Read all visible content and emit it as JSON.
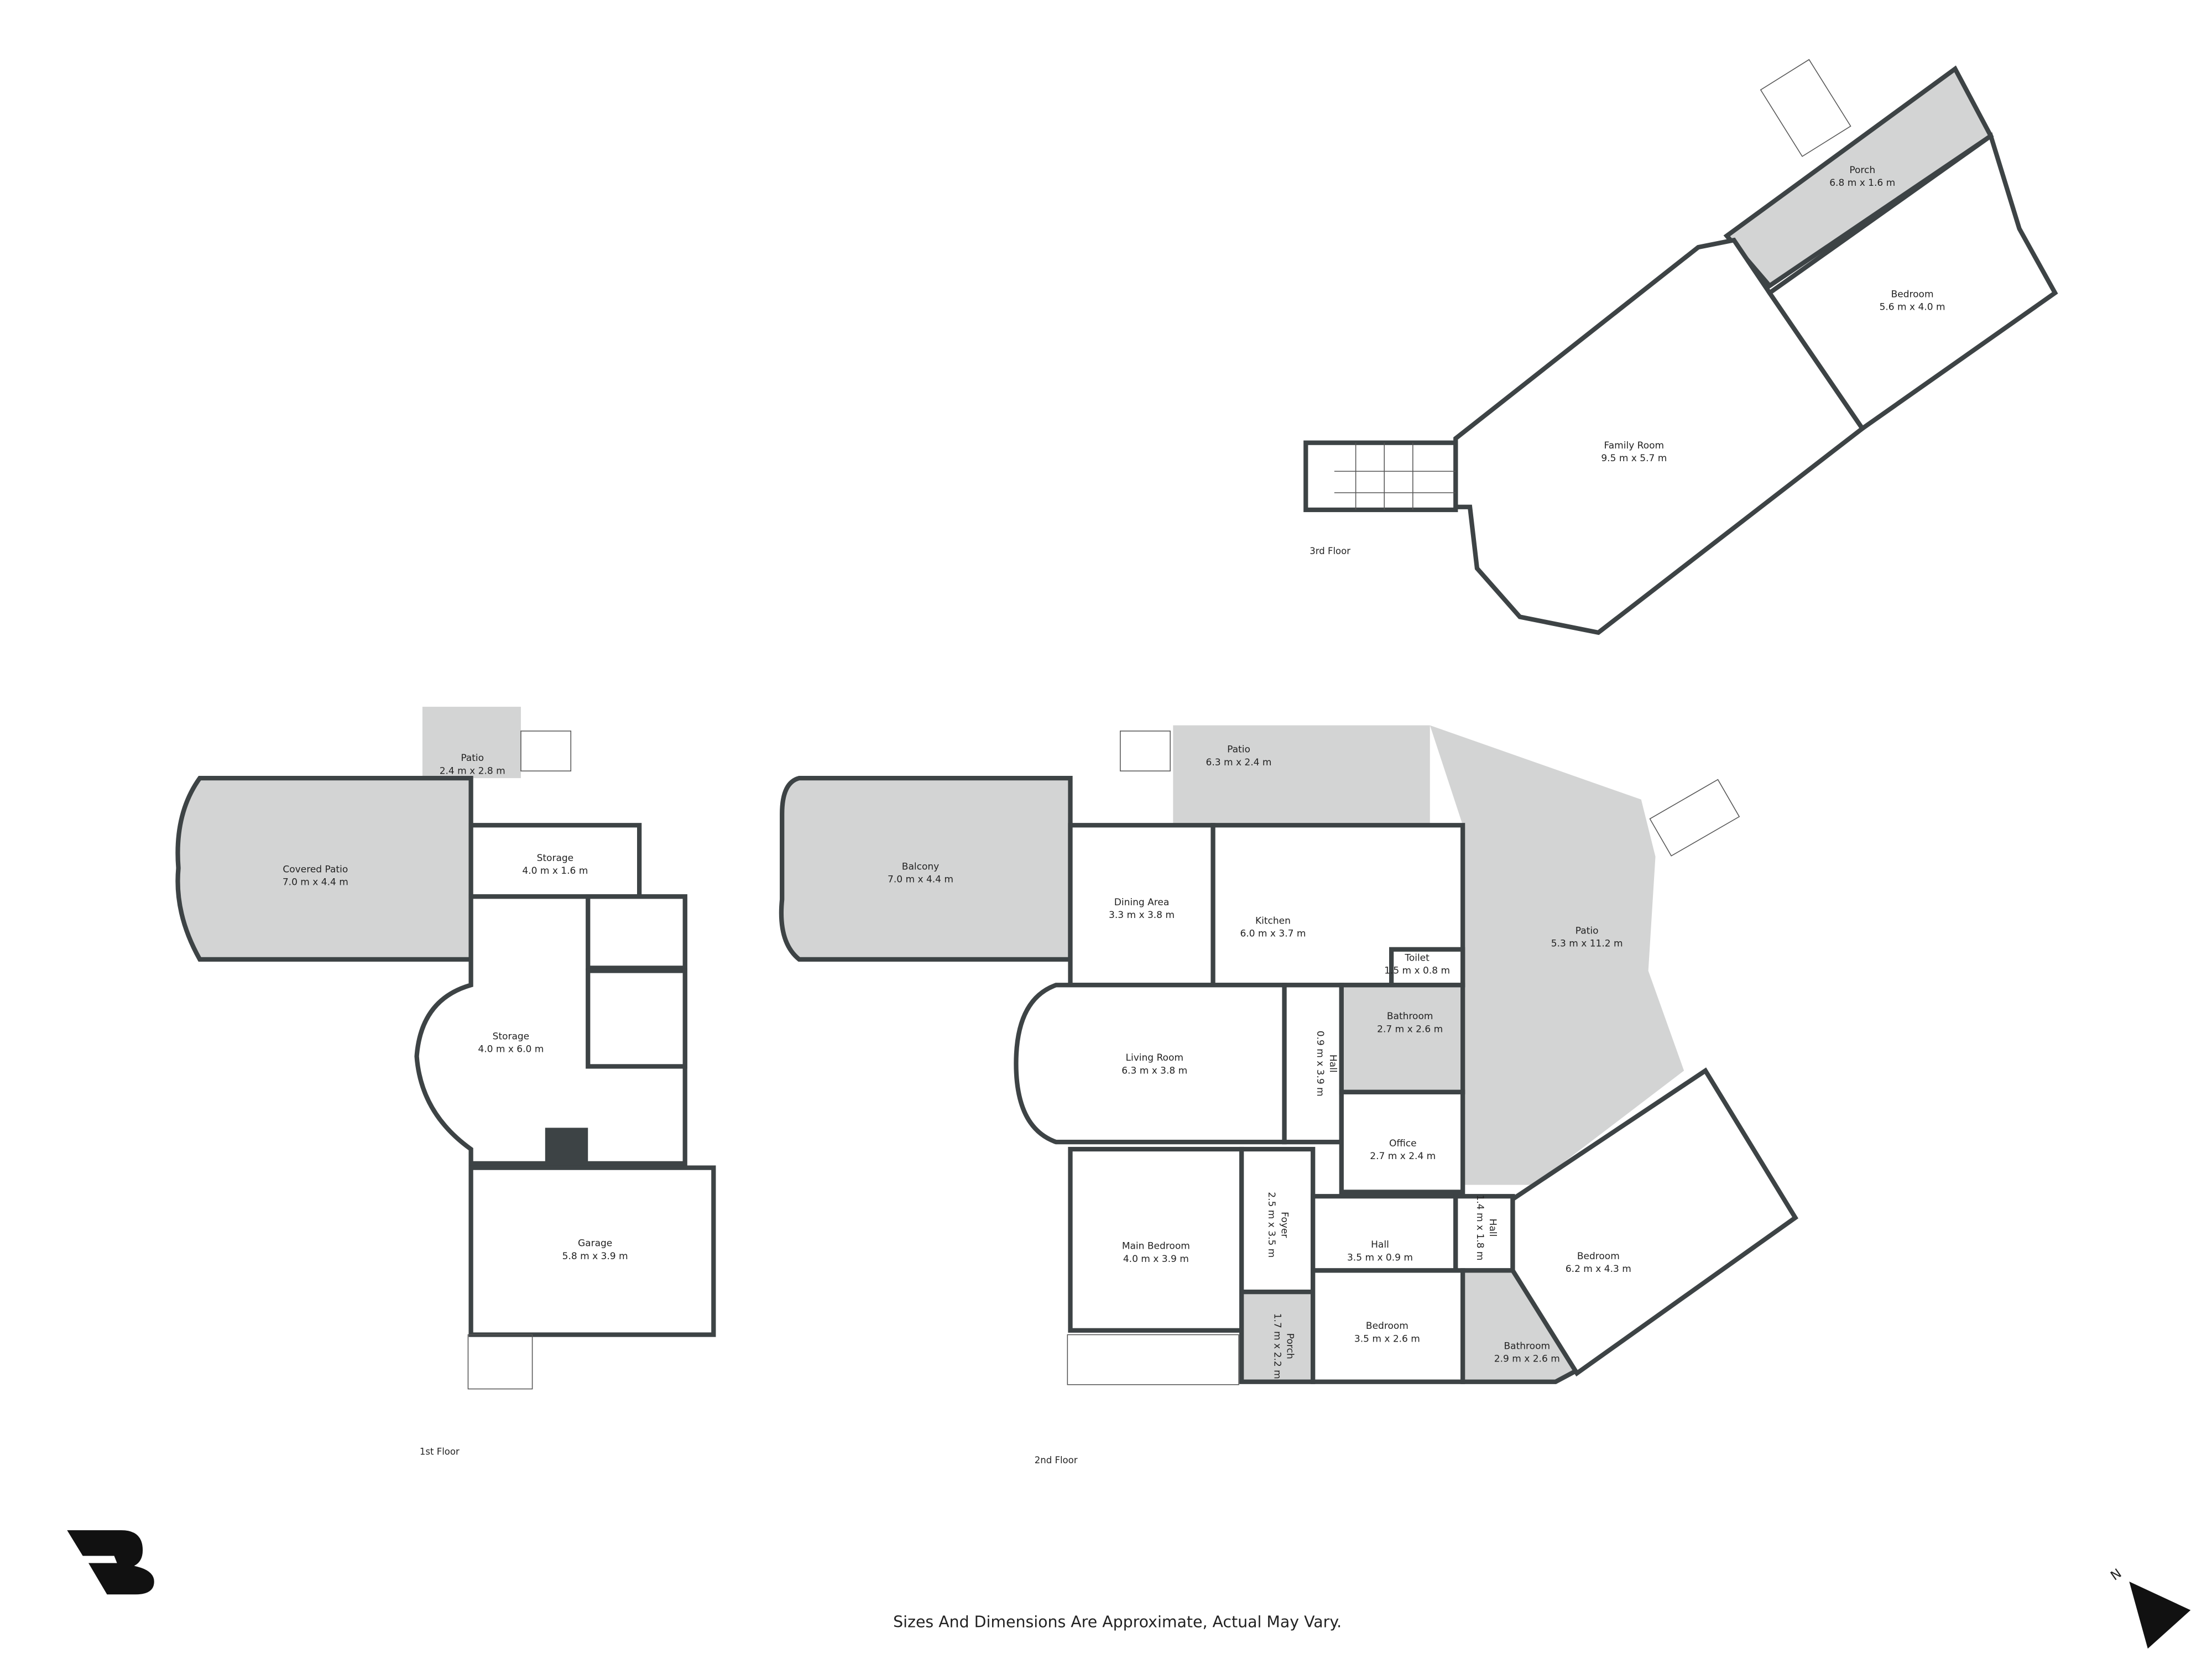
{
  "floors": {
    "third": {
      "label": "3rd Floor",
      "rooms": [
        {
          "name": "Porch",
          "dims": "6.8 m x 1.6 m"
        },
        {
          "name": "Bedroom",
          "dims": "5.6 m x 4.0 m"
        },
        {
          "name": "Family Room",
          "dims": "9.5 m x 5.7 m"
        }
      ]
    },
    "first": {
      "label": "1st Floor",
      "rooms": [
        {
          "name": "Patio",
          "dims": "2.4 m x 2.8 m"
        },
        {
          "name": "Covered Patio",
          "dims": "7.0 m x 4.4 m"
        },
        {
          "name": "Storage",
          "dims": "4.0 m x 1.6 m"
        },
        {
          "name": "Storage",
          "dims": "4.0 m x 6.0 m"
        },
        {
          "name": "Garage",
          "dims": "5.8 m x 3.9 m"
        }
      ]
    },
    "second": {
      "label": "2nd Floor",
      "rooms": [
        {
          "name": "Patio",
          "dims": "6.3 m x 2.4 m"
        },
        {
          "name": "Balcony",
          "dims": "7.0 m x 4.4 m"
        },
        {
          "name": "Dining Area",
          "dims": "3.3 m x 3.8 m"
        },
        {
          "name": "Kitchen",
          "dims": "6.0 m x 3.7 m"
        },
        {
          "name": "Patio",
          "dims": "5.3 m x 11.2 m"
        },
        {
          "name": "Toilet",
          "dims": "1.5 m x 0.8 m"
        },
        {
          "name": "Bathroom",
          "dims": "2.7 m x 2.6 m"
        },
        {
          "name": "Hall",
          "dims": "0.9 m x 3.9 m"
        },
        {
          "name": "Living Room",
          "dims": "6.3 m x 3.8 m"
        },
        {
          "name": "Office",
          "dims": "2.7 m x 2.4 m"
        },
        {
          "name": "Foyer",
          "dims": "2.5 m x 3.5 m"
        },
        {
          "name": "Main Bedroom",
          "dims": "4.0 m x 3.9 m"
        },
        {
          "name": "Hall",
          "dims": "3.5 m x 0.9 m"
        },
        {
          "name": "Hall",
          "dims": "1.4 m x 1.8 m"
        },
        {
          "name": "Bedroom",
          "dims": "6.2 m x 4.3 m"
        },
        {
          "name": "Bedroom",
          "dims": "3.5 m x 2.6 m"
        },
        {
          "name": "Porch",
          "dims": "1.7 m x 2.2 m"
        },
        {
          "name": "Bathroom",
          "dims": "2.9 m x 2.6 m"
        }
      ]
    }
  },
  "footer": {
    "disclaimer": "Sizes And Dimensions Are Approximate, Actual May Vary."
  },
  "compass": {
    "label": "N"
  },
  "colors": {
    "wall": "#3d4345",
    "outdoor_fill": "#d3d4d4"
  }
}
